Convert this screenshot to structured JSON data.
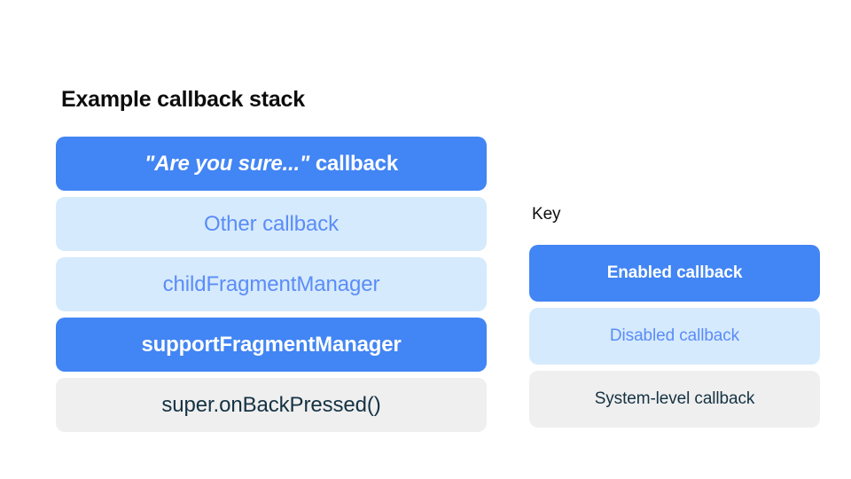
{
  "colors": {
    "enabled_bg": "#4285f4",
    "enabled_text": "#ffffff",
    "disabled_bg": "#d5eafd",
    "disabled_text": "#5b8cf7",
    "system_bg": "#efefef",
    "system_text": "#153243",
    "page_bg": "#ffffff",
    "heading_text": "#0d0d0d"
  },
  "stack": {
    "title": "Example callback stack",
    "items": [
      {
        "label": "\"Are you sure...\" callback",
        "quoted_part": "\"Are you sure...\"",
        "plain_part": "callback",
        "state": "enabled"
      },
      {
        "label": "Other callback",
        "state": "disabled"
      },
      {
        "label": "childFragmentManager",
        "state": "disabled"
      },
      {
        "label": "supportFragmentManager",
        "state": "enabled"
      },
      {
        "label": "super.onBackPressed()",
        "state": "system"
      }
    ]
  },
  "key": {
    "title": "Key",
    "items": [
      {
        "label": "Enabled callback",
        "state": "enabled"
      },
      {
        "label": "Disabled callback",
        "state": "disabled"
      },
      {
        "label": "System-level callback",
        "state": "system"
      }
    ]
  }
}
